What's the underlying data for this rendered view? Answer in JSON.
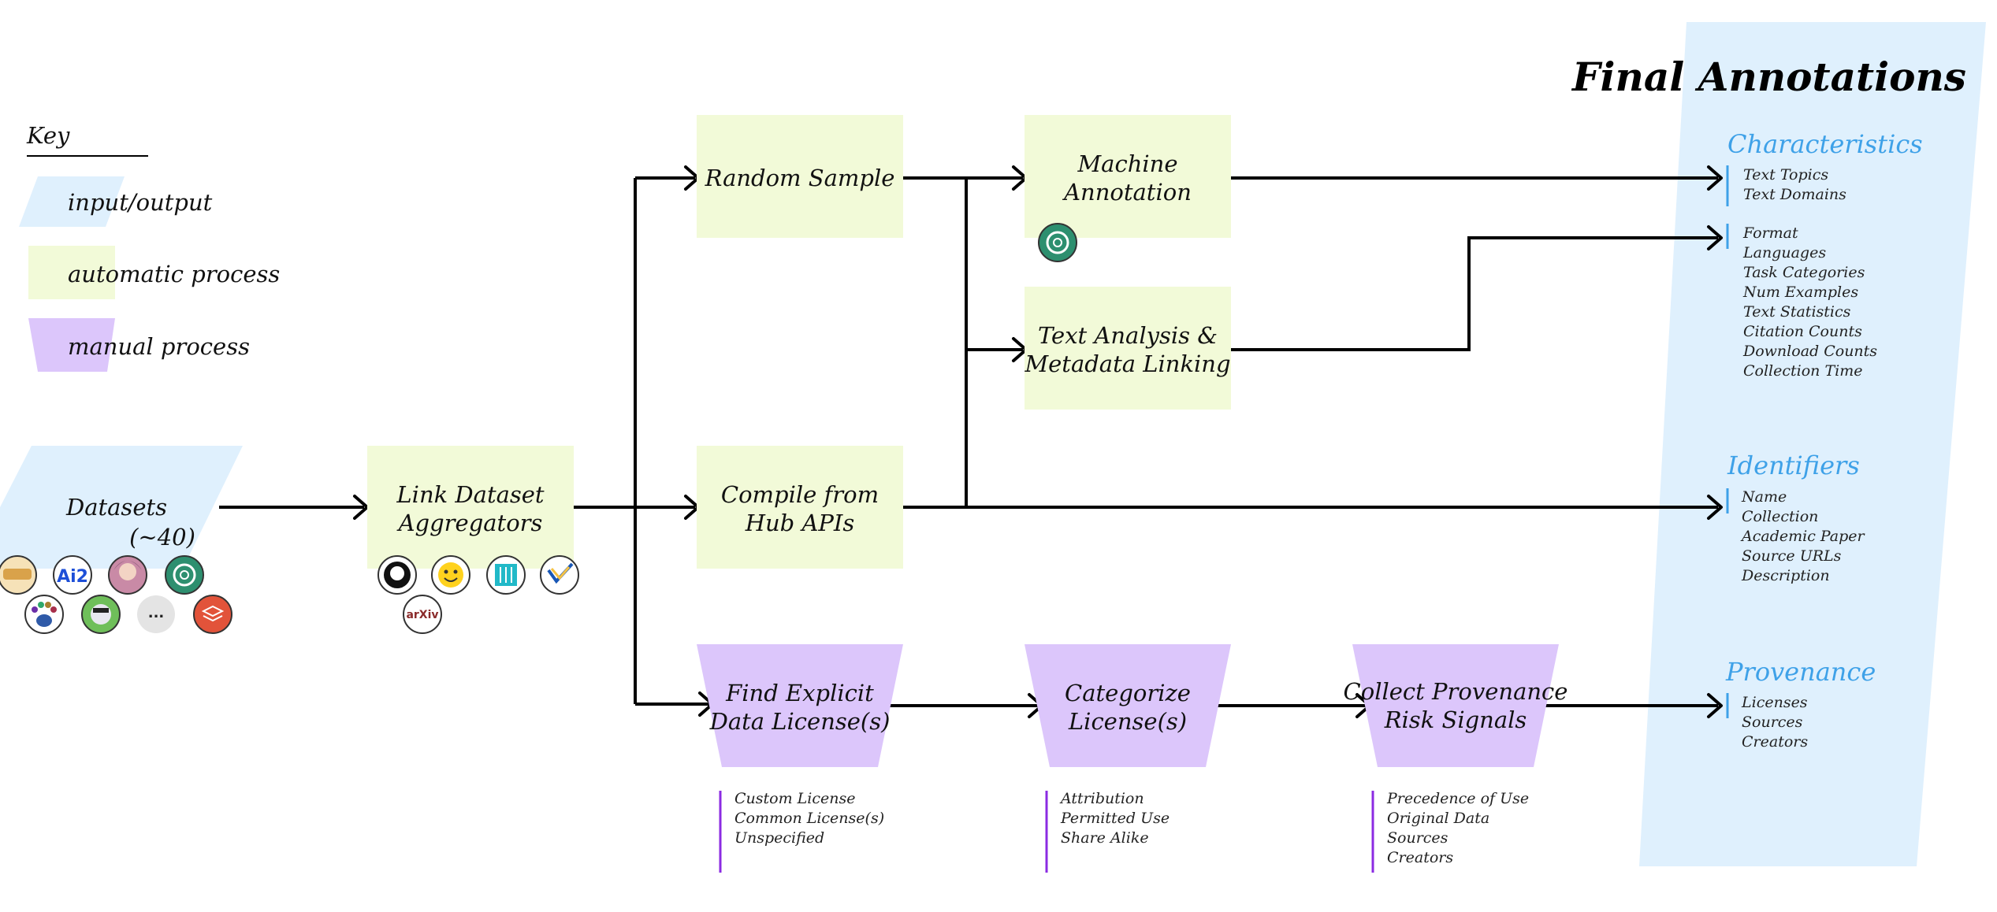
{
  "title": "Final Annotations",
  "key": {
    "heading": "Key",
    "items": [
      {
        "label": "input/output"
      },
      {
        "label": "automatic process"
      },
      {
        "label": "manual process"
      }
    ]
  },
  "colors": {
    "input_output": "#dff0fd",
    "automatic": "#f2fad8",
    "manual": "#dcc6fb",
    "accent_blue": "#3ea1e8",
    "accent_purple": "#8b2be2",
    "edge": "#000000"
  },
  "nodes": {
    "datasets": {
      "line1": "Datasets",
      "line2": "(~40)"
    },
    "link": {
      "line1": "Link Dataset",
      "line2": "Aggregators"
    },
    "random": {
      "line1": "Random Sample"
    },
    "compile": {
      "line1": "Compile from",
      "line2": "Hub APIs"
    },
    "machine": {
      "line1": "Machine",
      "line2": "Annotation"
    },
    "text_analysis": {
      "line1": "Text Analysis &",
      "line2": "Metadata Linking"
    },
    "find_license": {
      "line1": "Find Explicit",
      "line2": "Data License(s)"
    },
    "categorize": {
      "line1": "Categorize",
      "line2": "License(s)"
    },
    "collect": {
      "line1": "Collect Provenance",
      "line2": "Risk Signals"
    }
  },
  "sublists": {
    "find_license": [
      "Custom License",
      "Common License(s)",
      "Unspecified"
    ],
    "categorize": [
      "Attribution",
      "Permitted Use",
      "Share Alike"
    ],
    "collect": [
      "Precedence of Use",
      "Original Data",
      "Sources",
      "Creators"
    ]
  },
  "final_annotations": {
    "characteristics": {
      "heading": "Characteristics",
      "group1": [
        "Text Topics",
        "Text Domains"
      ],
      "group2": [
        "Format",
        "Languages",
        "Task Categories",
        "Num Examples",
        "Text Statistics",
        "Citation Counts",
        "Download Counts",
        "Collection Time"
      ]
    },
    "identifiers": {
      "heading": "Identifiers",
      "items": [
        "Name",
        "Collection",
        "Academic Paper",
        "Source URLs",
        "Description"
      ]
    },
    "provenance": {
      "heading": "Provenance",
      "items": [
        "Licenses",
        "Sources",
        "Creators"
      ]
    }
  },
  "logos": {
    "dataset_sources": [
      "flan-logo-icon",
      "ai2-logo-icon",
      "anime-avatar-icon",
      "openai-logo-icon",
      "paw-logo-icon",
      "cartoon-avatar-icon",
      "more-icon",
      "stack-logo-icon"
    ],
    "aggregators": [
      "github-logo-icon",
      "huggingface-logo-icon",
      "papers-with-code-logo-icon",
      "semantic-scholar-logo-icon",
      "arxiv-logo-icon"
    ],
    "machine_annotation": "openai-logo-icon",
    "ai2_text": "Ai2",
    "more_text": "...",
    "arxiv_text": "arXiv"
  }
}
